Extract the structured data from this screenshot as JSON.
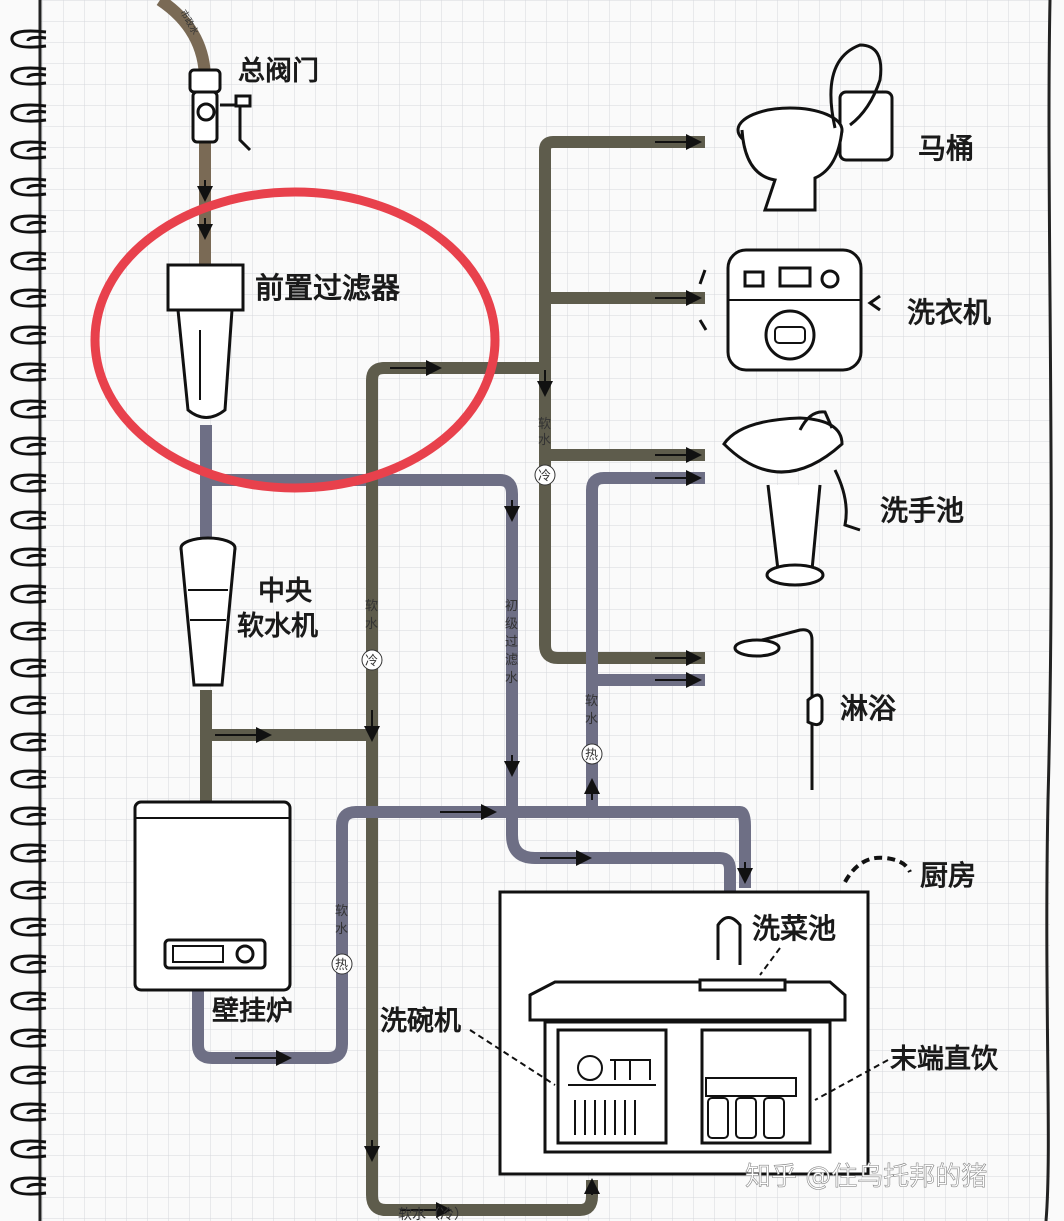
{
  "labels": {
    "main_valve": "总阀门",
    "prefilter": "前置过滤器",
    "softener_line1": "中央",
    "softener_line2": "软水机",
    "boiler": "壁挂炉",
    "toilet": "马桶",
    "washer": "洗衣机",
    "basin": "洗手池",
    "shower": "淋浴",
    "kitchen": "厨房",
    "sink": "洗菜池",
    "dishwasher": "洗碗机",
    "drinking": "末端直饮",
    "city_water": "市政水"
  },
  "pipe_labels": {
    "soft_cold": [
      "软",
      "水",
      "冷"
    ],
    "soft_hot": [
      "软",
      "水",
      "热"
    ],
    "primary_filtered": [
      "初",
      "级",
      "过",
      "滤",
      "水"
    ],
    "bottom": "软水（冷）"
  },
  "watermark": "知乎 @住乌托邦的猪",
  "colors": {
    "pipe_dark": "#5e5c4c",
    "pipe_blue": "#6e6f85",
    "pipe_brown": "#7a6a55",
    "highlight": "#e8414c",
    "grid": "#d6d8dc"
  }
}
